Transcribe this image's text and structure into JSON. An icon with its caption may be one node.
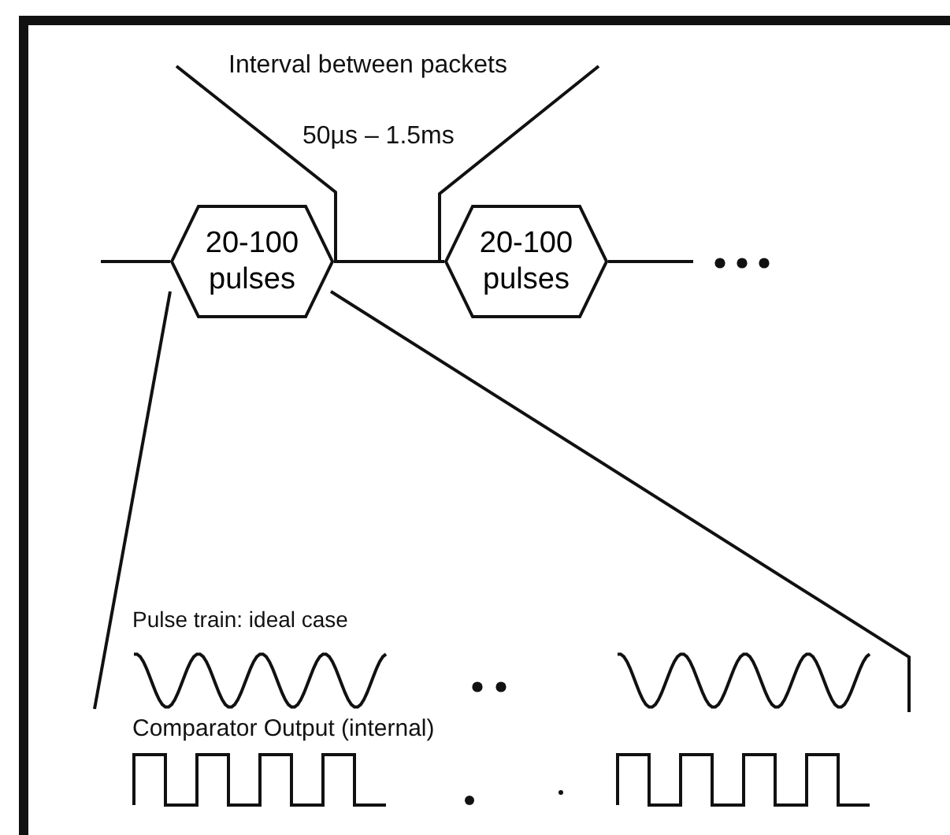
{
  "diagram": {
    "nodes": [
      {
        "text": [
          "20-100 pulses"
        ]
      },
      {
        "text": [
          "20-100 pulses"
        ]
      }
    ],
    "edges": [
      {
        "from": null,
        "to": 0,
        "arrow": "none"
      },
      {
        "from": 0,
        "to": 1,
        "arrow": "none"
      },
      {
        "from": 1,
        "to": null,
        "arrow": "none"
      }
    ],
    "labels": [
      "Interval between packets",
      "50µs – 1.5ms",
      "Pulse train: ideal case",
      "Comparator Output (internal)"
    ]
  }
}
